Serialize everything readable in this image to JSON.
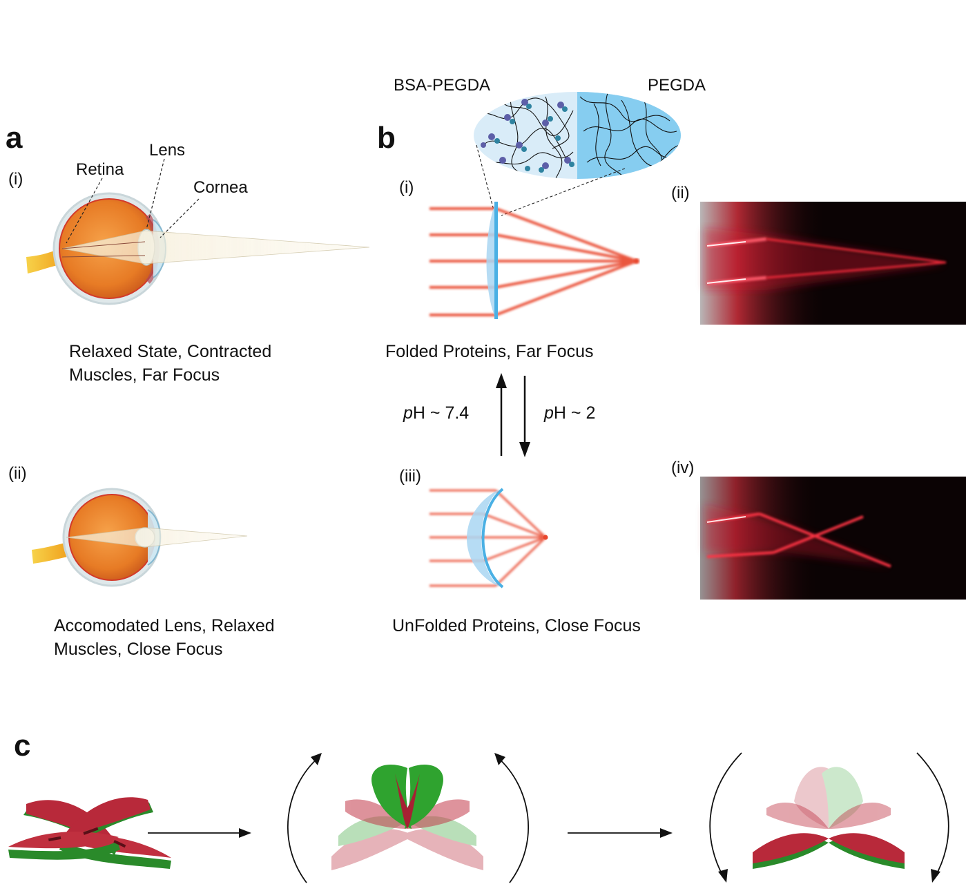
{
  "panels": {
    "a": {
      "letter": "a",
      "sub_i": "(i)",
      "sub_ii": "(ii)",
      "labels": {
        "retina": "Retina",
        "lens": "Lens",
        "cornea": "Cornea"
      },
      "caption_i_line1": "Relaxed State, Contracted",
      "caption_i_line2": "Muscles, Far Focus",
      "caption_ii_line1": "Accomodated Lens, Relaxed",
      "caption_ii_line2": "Muscles, Close Focus"
    },
    "b": {
      "letter": "b",
      "sub_i": "(i)",
      "sub_ii": "(ii)",
      "sub_iii": "(iii)",
      "sub_iv": "(iv)",
      "hydrogel_left": "BSA-PEGDA",
      "hydrogel_right": "PEGDA",
      "caption_i": "Folded Proteins, Far Focus",
      "caption_iii": "UnFolded Proteins, Close Focus",
      "ph_up_italic": "p",
      "ph_up_rest": "H ~ 7.4",
      "ph_down_italic": "p",
      "ph_down_rest": "H ~ 2"
    },
    "c": {
      "letter": "c"
    }
  },
  "colors": {
    "laser": "#e8452c",
    "lens_blue": "#a9d6f2",
    "hydrogel_blue": "#7fcdf0",
    "petal_red": "#b8293a",
    "petal_green": "#3aa63a",
    "eye_orange": "#ee8a2f"
  }
}
